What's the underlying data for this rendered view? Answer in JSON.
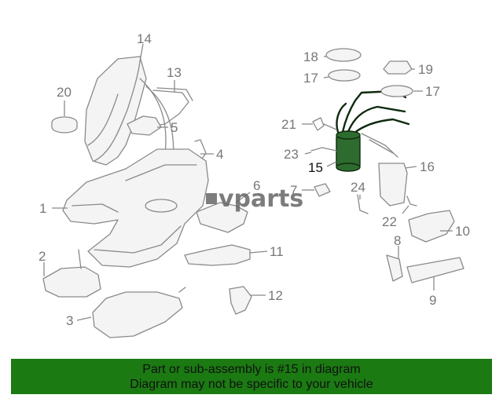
{
  "watermark": {
    "brand": "vparts"
  },
  "callouts": {
    "c1": "1",
    "c2": "2",
    "c3": "3",
    "c4": "4",
    "c5": "5",
    "c6": "6",
    "c7": "7",
    "c8": "8",
    "c9": "9",
    "c10": "10",
    "c11": "11",
    "c12": "12",
    "c13": "13",
    "c14": "14",
    "c15": "15",
    "c16": "16",
    "c17a": "17",
    "c17b": "17",
    "c18": "18",
    "c19": "19",
    "c20": "20",
    "c21": "21",
    "c22": "22",
    "c23": "23",
    "c24": "24"
  },
  "highlighted_part": "15",
  "banner": {
    "line1": "Part or sub-assembly is #15 in diagram",
    "line2": "Diagram may not be specific to your vehicle"
  },
  "colors": {
    "banner_bg": "#1b7a12",
    "highlight_fill": "#2e6b2e",
    "line_gray": "#8a8a8a"
  }
}
